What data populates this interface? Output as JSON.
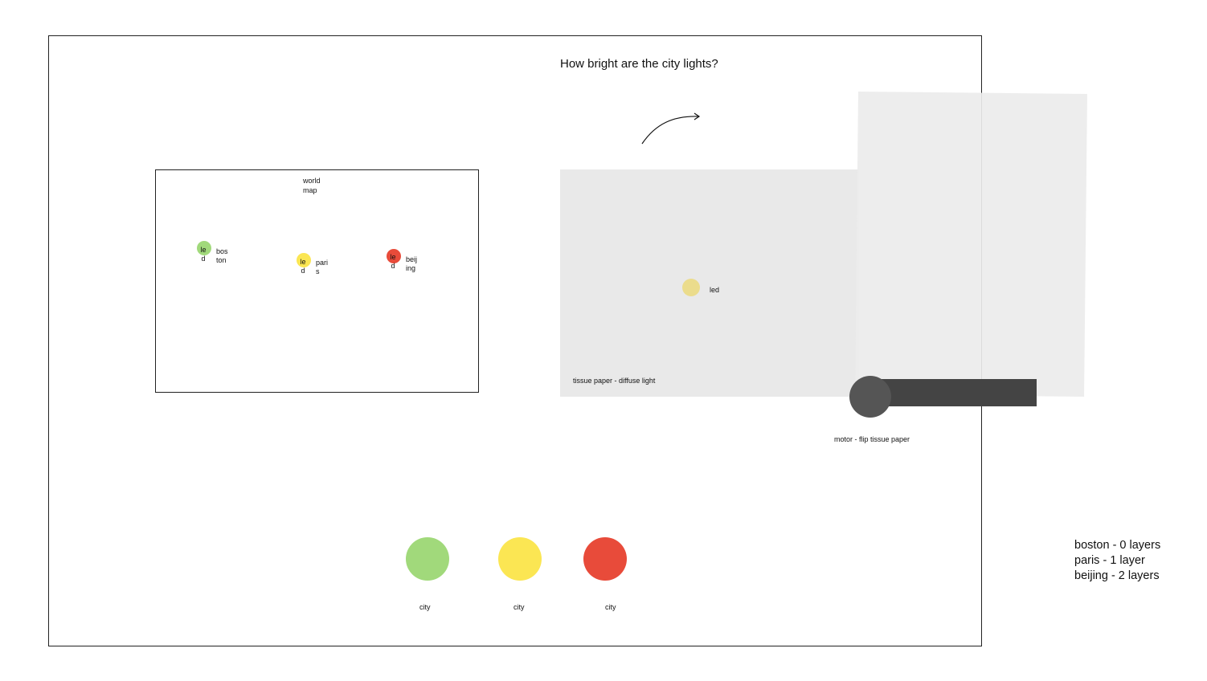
{
  "title": "How bright are the city lights?",
  "world_map": {
    "label_line1": "world",
    "label_line2": "map",
    "cities": [
      {
        "led_line1": "le",
        "led_line2": "d",
        "name_line1": "bos",
        "name_line2": "ton",
        "color": "#a1d97b"
      },
      {
        "led_line1": "le",
        "led_line2": "d",
        "name_line1": "pari",
        "name_line2": "s",
        "color": "#fbe653"
      },
      {
        "led_line1": "le",
        "led_line2": "d",
        "name_line1": "beij",
        "name_line2": "ing",
        "color": "#e84b3a"
      }
    ]
  },
  "tissue_panel": {
    "led_label": "led",
    "led_color": "#ebdc8c",
    "caption": "tissue paper - diffuse light"
  },
  "motor": {
    "caption": "motor - flip tissue paper",
    "bar_color": "#444444",
    "hub_color": "#555555"
  },
  "city_circles": [
    {
      "label": "city",
      "color": "#a1d97b"
    },
    {
      "label": "city",
      "color": "#fbe653"
    },
    {
      "label": "city",
      "color": "#e84b3a"
    }
  ],
  "legend": [
    "boston - 0 layers",
    "paris - 1 layer",
    "beijing - 2 layers"
  ]
}
